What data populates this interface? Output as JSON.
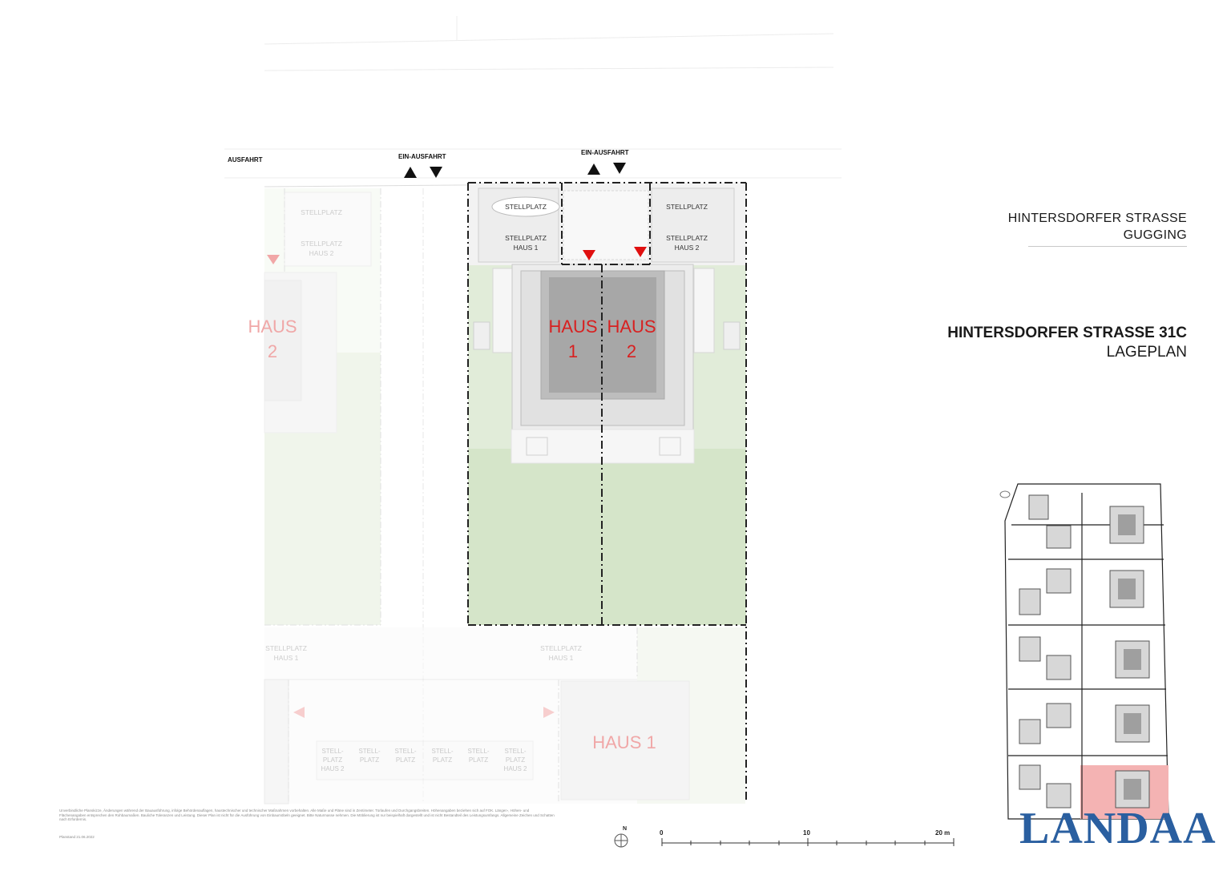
{
  "title": {
    "street_line1": "HINTERSDORFER STRASSE",
    "street_line2": "GUGGING",
    "project": "HINTERSDORFER STRASSE 31C",
    "plan_type": "LAGEPLAN"
  },
  "access_labels": {
    "ausfahrt": "AUSFAHRT",
    "ein_ausfahrt_left": "EIN-AUSFAHRT",
    "ein_ausfahrt_right": "EIN-AUSFAHRT"
  },
  "parking": {
    "top_left_a": "STELLPLATZ",
    "top_left_b_line1": "STELLPLATZ",
    "top_left_b_line2": "HAUS 1",
    "top_right_a": "STELLPLATZ",
    "top_right_b_line1": "STELLPLATZ",
    "top_right_b_line2": "HAUS 2",
    "ghost_left_a": "STELLPLATZ",
    "ghost_left_b_line1": "STELLPLATZ",
    "ghost_left_b_line2": "HAUS 2",
    "ghost_bottom_left_line1": "STELLPLATZ",
    "ghost_bottom_left_line2": "HAUS 1",
    "ghost_bottom_mid_line1": "STELLPLATZ",
    "ghost_bottom_mid_line2": "HAUS 1"
  },
  "bottom_parking": [
    {
      "l1": "STELL-",
      "l2": "PLATZ",
      "l3": "HAUS 2"
    },
    {
      "l1": "STELL-",
      "l2": "PLATZ",
      "l3": ""
    },
    {
      "l1": "STELL-",
      "l2": "PLATZ",
      "l3": ""
    },
    {
      "l1": "STELL-",
      "l2": "PLATZ",
      "l3": ""
    },
    {
      "l1": "STELL-",
      "l2": "PLATZ",
      "l3": ""
    },
    {
      "l1": "STELL-",
      "l2": "PLATZ",
      "l3": "HAUS 2"
    }
  ],
  "houses": {
    "haus1_word": "HAUS",
    "haus1_num": "1",
    "haus2_word": "HAUS",
    "haus2_num": "2",
    "ghost_left_word": "HAUS",
    "ghost_left_num": "2",
    "ghost_bottom": "HAUS 1"
  },
  "scale": {
    "tick0": "0",
    "tick10": "10",
    "tick20": "20 m",
    "north": "N"
  },
  "notes": "Unverbindliche Planskizze, Änderungen während der Bauausführung, infolge Behördenauflagen, haustechnischer und technischer Maßnahmen vorbehalten. Alle Maße und Pläne sind in Zentimeter. Türlaufen und Durchgangsbreiten. Höhenangaben beziehen sich auf FOK. Längen-, Höhen- und Flächenangaben entsprechen den Rohbaumaßen. Bauliche Toleranzen und Leistung. Dieser Plan ist nicht für die Ausführung von Einbaumöbeln geeignet. Bitte Naturmasse nehmen. Die Möblierung ist nur beispielhaft dargestellt und ist nicht Bestandteil des Leistungsumfangs. Allgemeine Zeichen und Schatten nach Erfordernis.",
  "date": "Planstand 21.06.2022",
  "brand": "LANDAA",
  "colors": {
    "lawn": "#dbe8d2",
    "house_outer": "#ececec",
    "house_mid": "#d9d9d9",
    "house_roof": "#a8a8a8",
    "house_label": "#d82020",
    "marker_red": "#e01010",
    "brand_blue": "#2a5fa0",
    "highlight": "#f4b3b3"
  }
}
